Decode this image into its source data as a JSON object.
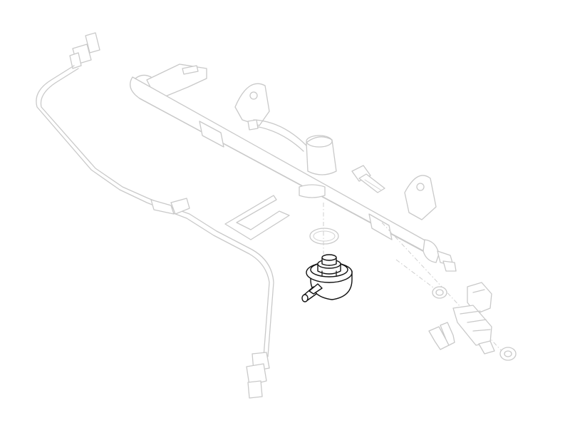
{
  "diagram": {
    "view": "exploded-parts-illustration",
    "colors": {
      "background": "#ffffff",
      "ghost_outline": "#c9c9c9",
      "highlight_outline": "#111111"
    },
    "parts": [
      {
        "name": "fuel-rail",
        "state": "ghosted"
      },
      {
        "name": "fuel-feed-line",
        "state": "ghosted"
      },
      {
        "name": "retaining-clip",
        "state": "ghosted"
      },
      {
        "name": "mounting-bolt",
        "state": "ghosted"
      },
      {
        "name": "o-ring",
        "state": "ghosted"
      },
      {
        "name": "fuel-pressure-regulator",
        "state": "highlighted"
      },
      {
        "name": "fuel-injector",
        "state": "ghosted"
      },
      {
        "name": "injector-clip",
        "state": "ghosted"
      },
      {
        "name": "seal-ring-upper",
        "state": "ghosted"
      },
      {
        "name": "seal-ring-lower",
        "state": "ghosted"
      }
    ]
  }
}
